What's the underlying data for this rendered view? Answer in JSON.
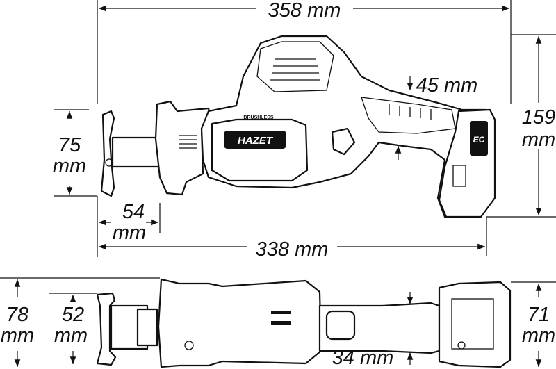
{
  "product": {
    "brand_logo": "HAZET",
    "motor_label": "BRUSHLESS",
    "battery_label": "EC"
  },
  "side_view": {
    "overall_length": {
      "value": "358",
      "unit": "mm"
    },
    "height": {
      "value": "159",
      "unit": "mm"
    },
    "grip_width": {
      "value": "45",
      "unit": "mm"
    },
    "shoe_height": {
      "value": "75",
      "unit": "mm"
    },
    "shoe_depth": {
      "value": "54",
      "unit": "mm"
    },
    "length_without_blade": {
      "value": "338",
      "unit": "mm"
    }
  },
  "top_view": {
    "body_width": {
      "value": "78",
      "unit": "mm"
    },
    "shoe_width": {
      "value": "52",
      "unit": "mm"
    },
    "grip_thickness": {
      "value": "34",
      "unit": "mm"
    },
    "battery_width": {
      "value": "71",
      "unit": "mm"
    }
  }
}
